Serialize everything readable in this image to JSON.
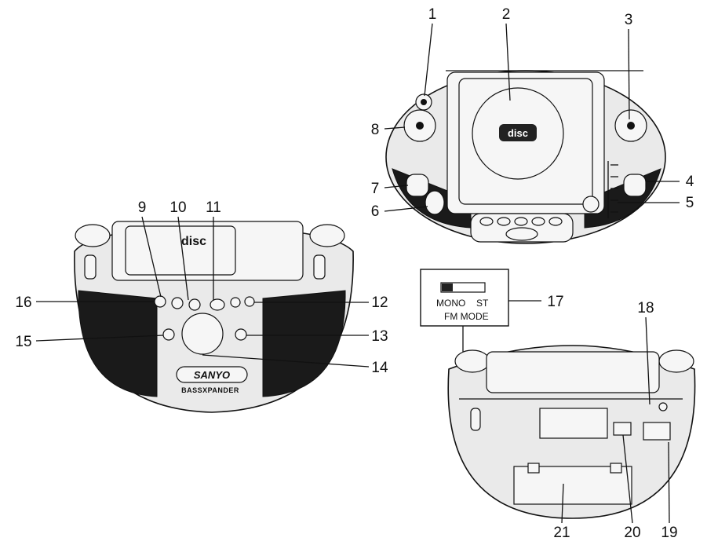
{
  "callouts": [
    "1",
    "2",
    "3",
    "4",
    "5",
    "6",
    "7",
    "8",
    "9",
    "10",
    "11",
    "12",
    "13",
    "14",
    "15",
    "16",
    "17",
    "18",
    "19",
    "20",
    "21"
  ],
  "logo": {
    "cd_mark": "disc",
    "brand": "SANYO",
    "bass": "BASSXPANDER"
  },
  "fm_mode_panel": {
    "mono": "MONO",
    "st": "ST",
    "title": "FM MODE"
  }
}
